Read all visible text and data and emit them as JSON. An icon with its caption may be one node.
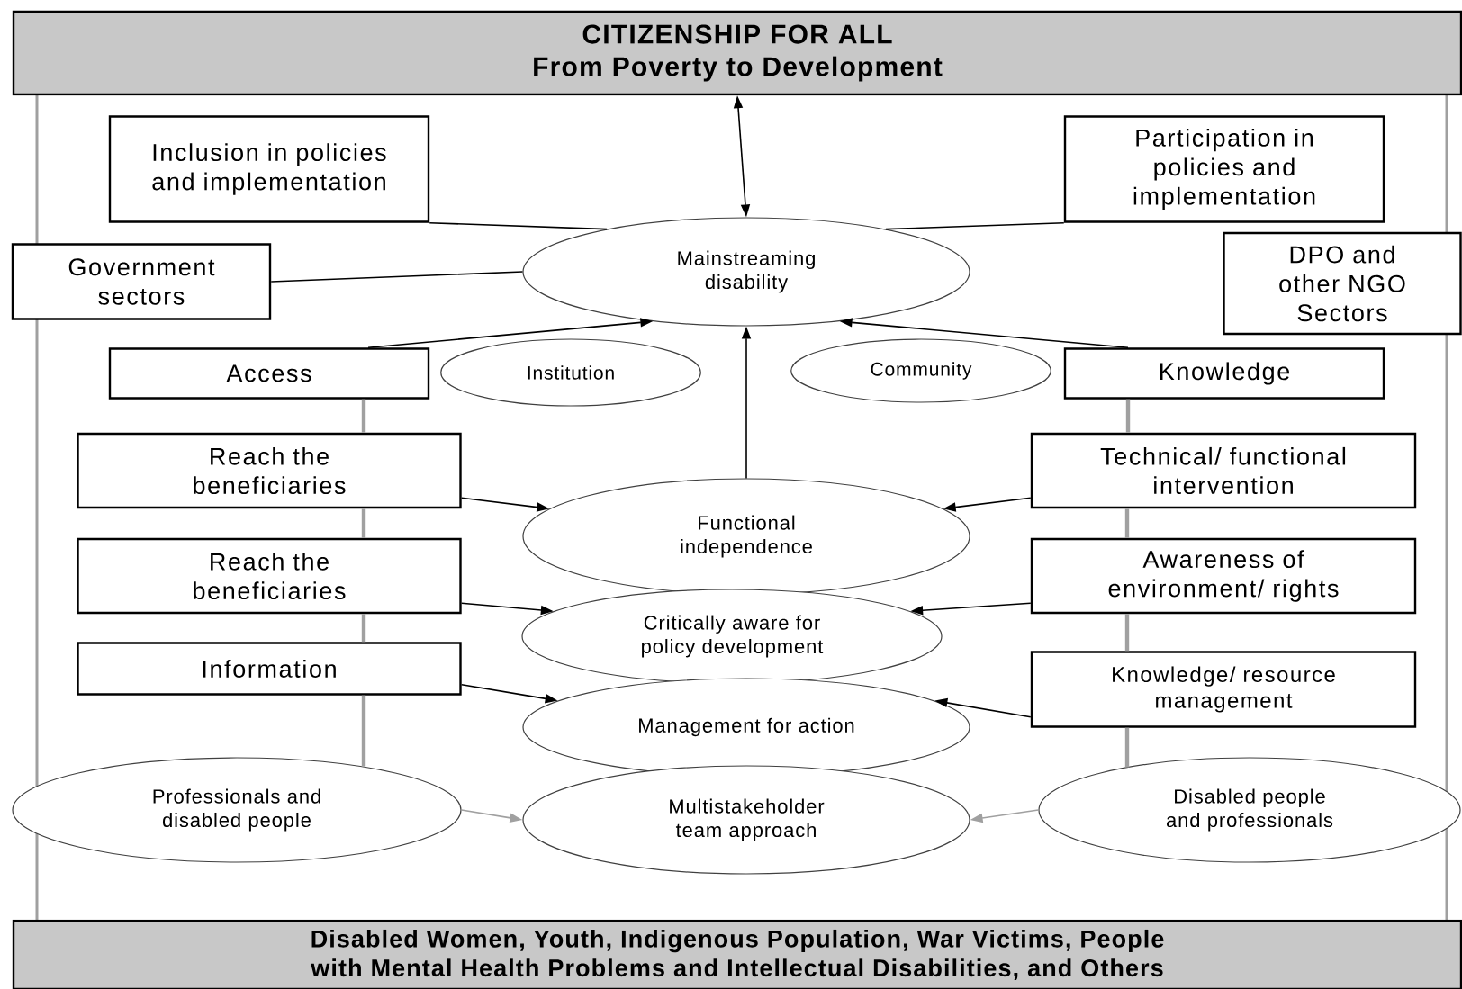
{
  "diagram": {
    "nodes": [
      {
        "text": [
          "CITIZENSHIP FOR ALL",
          "From Poverty to Development"
        ]
      },
      {
        "text": [
          "Inclusion in policies and implementation"
        ]
      },
      {
        "text": [
          "Participation in policies and implementation"
        ]
      },
      {
        "text": [
          "Government sectors"
        ]
      },
      {
        "text": [
          "Mainstreaming disability"
        ]
      },
      {
        "text": [
          "DPO and other NGO Sectors"
        ]
      },
      {
        "text": [
          "Access"
        ]
      },
      {
        "text": [
          "Institution"
        ]
      },
      {
        "text": [
          "Community"
        ]
      },
      {
        "text": [
          "Knowledge"
        ]
      },
      {
        "text": [
          "Reach the beneficiaries"
        ]
      },
      {
        "text": [
          "Functional independence"
        ]
      },
      {
        "text": [
          "Technical/ functional intervention"
        ]
      },
      {
        "text": [
          "Reach the beneficiaries"
        ]
      },
      {
        "text": [
          "Critically aware for policy development"
        ]
      },
      {
        "text": [
          "Awareness of environment/ rights"
        ]
      },
      {
        "text": [
          "Information"
        ]
      },
      {
        "text": [
          "Management for action"
        ]
      },
      {
        "text": [
          "Knowledge/ resource management"
        ]
      },
      {
        "text": [
          "Professionals and disabled people"
        ]
      },
      {
        "text": [
          "Multistakeholder team approach"
        ]
      },
      {
        "text": [
          "Disabled people and professionals"
        ]
      },
      {
        "text": [
          "Disabled Women, Youth, Indigenous Population, War Victims, People with Mental Health Problems and Intellectual Disabilities, and Others"
        ]
      }
    ],
    "edges": [
      {
        "from": 0,
        "to": 4,
        "arrow": "both"
      },
      {
        "from": 1,
        "to": 4,
        "arrow": "none"
      },
      {
        "from": 2,
        "to": 4,
        "arrow": "none"
      },
      {
        "from": 3,
        "to": 4,
        "arrow": "none"
      },
      {
        "from": 6,
        "to": 4,
        "arrow": "to"
      },
      {
        "from": 9,
        "to": 4,
        "arrow": "to"
      },
      {
        "from": 11,
        "to": 4,
        "arrow": "to"
      },
      {
        "from": 10,
        "to": 11,
        "arrow": "to"
      },
      {
        "from": 12,
        "to": 11,
        "arrow": "to"
      },
      {
        "from": 13,
        "to": 14,
        "arrow": "to"
      },
      {
        "from": 15,
        "to": 14,
        "arrow": "to"
      },
      {
        "from": 16,
        "to": 17,
        "arrow": "to"
      },
      {
        "from": 18,
        "to": 17,
        "arrow": "to"
      },
      {
        "from": 19,
        "to": 20,
        "arrow": "to",
        "color": "#a0a0a0"
      },
      {
        "from": 21,
        "to": 20,
        "arrow": "to",
        "color": "#a0a0a0"
      },
      {
        "from": 6,
        "to": 10,
        "arrow": "none",
        "style": "thick",
        "color": "#a0a0a0"
      },
      {
        "from": 10,
        "to": 13,
        "arrow": "none",
        "style": "thick",
        "color": "#a0a0a0"
      },
      {
        "from": 13,
        "to": 16,
        "arrow": "none",
        "style": "thick",
        "color": "#a0a0a0"
      },
      {
        "from": 16,
        "to": 19,
        "arrow": "none",
        "style": "thick",
        "color": "#a0a0a0"
      },
      {
        "from": 9,
        "to": 12,
        "arrow": "none",
        "style": "thick",
        "color": "#a0a0a0"
      },
      {
        "from": 12,
        "to": 15,
        "arrow": "none",
        "style": "thick",
        "color": "#a0a0a0"
      },
      {
        "from": 15,
        "to": 18,
        "arrow": "none",
        "style": "thick",
        "color": "#a0a0a0"
      },
      {
        "from": 18,
        "to": 21,
        "arrow": "none",
        "style": "thick",
        "color": "#a0a0a0"
      }
    ]
  }
}
